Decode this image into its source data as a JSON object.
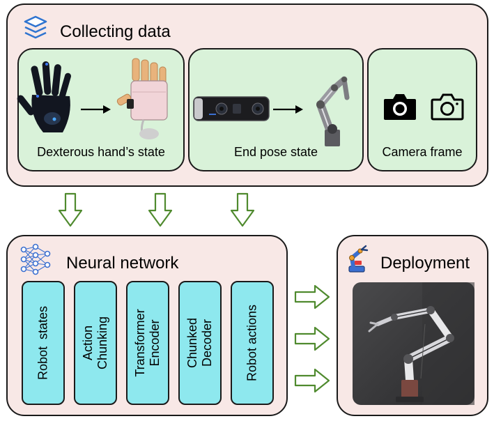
{
  "collect": {
    "title": "Collecting data",
    "icon": "layers-icon",
    "hand_caption": "Dexterous hand’s state",
    "pose_caption": "End pose state",
    "camera_caption": "Camera frame"
  },
  "network": {
    "title": "Neural network",
    "icon": "neural-network-icon",
    "columns": [
      {
        "label": "Robot  states"
      },
      {
        "label": "Action\nChunking"
      },
      {
        "label": "Transformer\nEncoder"
      },
      {
        "label": "Chunked\nDecoder"
      },
      {
        "label": "Robot actions"
      }
    ]
  },
  "deploy": {
    "title": "Deployment",
    "icon": "robot-arm-icon"
  },
  "colors": {
    "panel_bg": "#f8e8e6",
    "sub_bg": "#d9f2d9",
    "column_bg": "#8ee8ee",
    "arrow_stroke": "#4f8a2e"
  }
}
